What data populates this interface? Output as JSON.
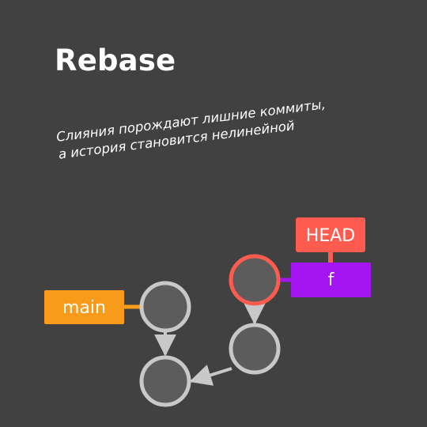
{
  "title": "Rebase",
  "subtitle": [
    "Слияния порождают лишние коммиты,",
    "а история становится нелинейной"
  ],
  "labels": {
    "main": "main",
    "head": "HEAD",
    "feature": "f"
  },
  "colors": {
    "background": "#414141",
    "commit_fill": "#5c5c5c",
    "commit_border": "#c8c8c8",
    "head_commit_border": "#ff5b4f",
    "main_label": "#f89a1a",
    "head_label": "#ff5b4f",
    "feature_label": "#a316f2",
    "arrow": "#c8c8c8"
  }
}
